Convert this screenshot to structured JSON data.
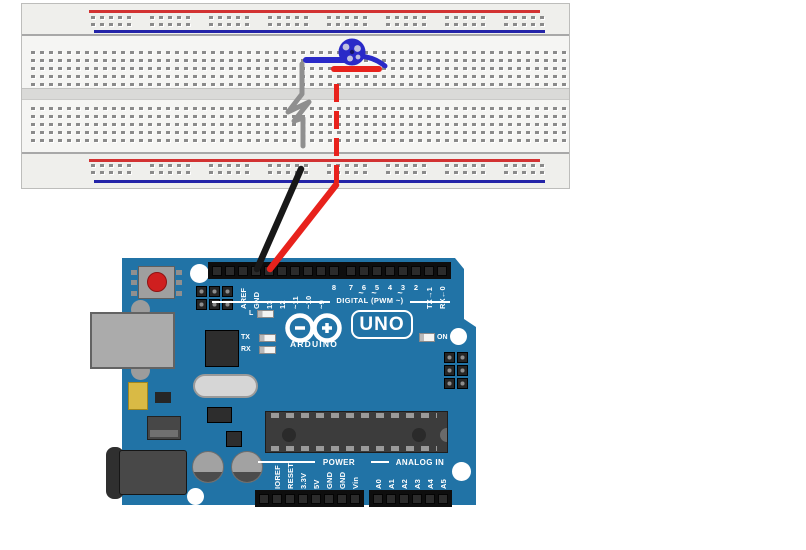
{
  "breadboard": {
    "main_columns": 60,
    "rows_per_bank": 5,
    "rail_hole_groups": 8,
    "holes_per_rail_group": 5,
    "colors": {
      "body": "#e9e9e6",
      "bank": "#f5f5f3",
      "rail_band": "#efefec",
      "channel": "#dadad8",
      "separator": "#a8a8a8",
      "hole": "#8a8a8a",
      "rail_red": "#d23232",
      "rail_blue": "#2424a8"
    }
  },
  "annotations": {
    "buzzer_color": "#2a2ac8",
    "resistor_color": "#8f8f8f",
    "red_wire_color": "#e8221c",
    "black_wire_color": "#181818"
  },
  "arduino": {
    "board_color": "#2173a6",
    "brand": "ARDUINO",
    "model": "UNO",
    "digital_caption": "DIGITAL (PWM ~)",
    "power_caption": "POWER",
    "analog_caption": "ANALOG IN",
    "led_l": "L",
    "led_tx": "TX",
    "led_rx": "RX",
    "led_on": "ON",
    "digital_left_pins": [
      {
        "label": "",
        "orient": "v"
      },
      {
        "label": "",
        "orient": "v"
      },
      {
        "label": "AREF",
        "orient": "v"
      },
      {
        "label": "GND",
        "orient": "v"
      },
      {
        "label": "13",
        "orient": "v"
      },
      {
        "label": "12",
        "orient": "v"
      },
      {
        "label": "~11",
        "orient": "v"
      },
      {
        "label": "~10",
        "orient": "v"
      },
      {
        "label": "~9",
        "orient": "v"
      },
      {
        "label": "8",
        "orient": "h"
      }
    ],
    "digital_right_pins": [
      {
        "label": "7",
        "orient": "h"
      },
      {
        "label": "6",
        "orient": "h",
        "tilde": true
      },
      {
        "label": "5",
        "orient": "h",
        "tilde": true
      },
      {
        "label": "4",
        "orient": "h"
      },
      {
        "label": "3",
        "orient": "h",
        "tilde": true
      },
      {
        "label": "2",
        "orient": "h"
      },
      {
        "label": "TX→1",
        "orient": "v"
      },
      {
        "label": "RX←0",
        "orient": "v"
      }
    ],
    "power_pins": [
      {
        "label": "",
        "orient": "v"
      },
      {
        "label": "IOREF",
        "orient": "v"
      },
      {
        "label": "RESET",
        "orient": "v"
      },
      {
        "label": "3.3V",
        "orient": "v"
      },
      {
        "label": "5V",
        "orient": "v"
      },
      {
        "label": "GND",
        "orient": "v"
      },
      {
        "label": "GND",
        "orient": "v"
      },
      {
        "label": "Vin",
        "orient": "v"
      }
    ],
    "analog_pins": [
      {
        "label": "A0",
        "orient": "v"
      },
      {
        "label": "A1",
        "orient": "v"
      },
      {
        "label": "A2",
        "orient": "v"
      },
      {
        "label": "A3",
        "orient": "v"
      },
      {
        "label": "A4",
        "orient": "v"
      },
      {
        "label": "A5",
        "orient": "v"
      }
    ],
    "wiring": {
      "black_wire_to": "GND",
      "red_wire_to": "13"
    }
  }
}
